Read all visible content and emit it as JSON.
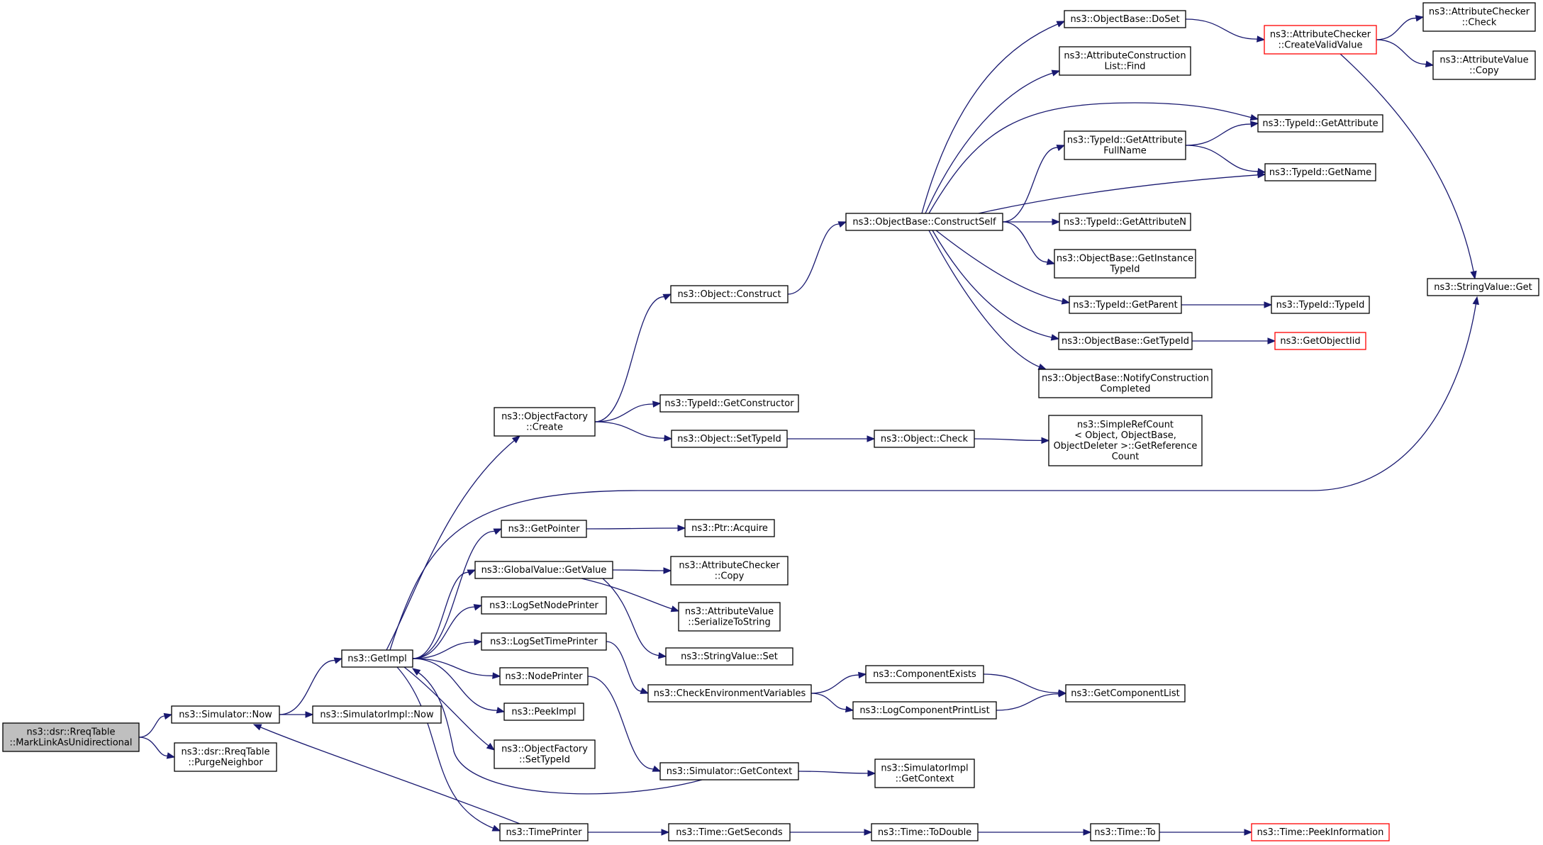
{
  "colors": {
    "edge": "#191970",
    "node_border": "#000000",
    "truncated_border": "#ff0000",
    "root_fill": "#bfbfbf",
    "node_fill": "#ffffff"
  },
  "nodes": [
    {
      "id": "rreq_mark",
      "lines": [
        "ns3::dsr::RreqTable",
        "::MarkLinkAsUnidirectional"
      ],
      "root": true
    },
    {
      "id": "sim_now",
      "lines": [
        "ns3::Simulator::Now"
      ]
    },
    {
      "id": "purge_neighbor",
      "lines": [
        "ns3::dsr::RreqTable",
        "::PurgeNeighbor"
      ]
    },
    {
      "id": "get_impl",
      "lines": [
        "ns3::GetImpl"
      ]
    },
    {
      "id": "simimpl_now",
      "lines": [
        "ns3::SimulatorImpl::Now"
      ]
    },
    {
      "id": "objfactory_create",
      "lines": [
        "ns3::ObjectFactory",
        "::Create"
      ]
    },
    {
      "id": "get_pointer",
      "lines": [
        "ns3::GetPointer"
      ]
    },
    {
      "id": "globalvalue_getvalue",
      "lines": [
        "ns3::GlobalValue::GetValue"
      ]
    },
    {
      "id": "logset_nodeprinter",
      "lines": [
        "ns3::LogSetNodePrinter"
      ]
    },
    {
      "id": "logset_timeprinter",
      "lines": [
        "ns3::LogSetTimePrinter"
      ]
    },
    {
      "id": "nodeprinter",
      "lines": [
        "ns3::NodePrinter"
      ]
    },
    {
      "id": "peekimpl",
      "lines": [
        "ns3::PeekImpl"
      ]
    },
    {
      "id": "objfactory_settypeid",
      "lines": [
        "ns3::ObjectFactory",
        "::SetTypeId"
      ]
    },
    {
      "id": "timeprinter",
      "lines": [
        "ns3::TimePrinter"
      ]
    },
    {
      "id": "object_construct",
      "lines": [
        "ns3::Object::Construct"
      ]
    },
    {
      "id": "typeid_getconstructor",
      "lines": [
        "ns3::TypeId::GetConstructor"
      ]
    },
    {
      "id": "object_settypeid",
      "lines": [
        "ns3::Object::SetTypeId"
      ]
    },
    {
      "id": "ptr_acquire",
      "lines": [
        "ns3::Ptr::Acquire"
      ]
    },
    {
      "id": "attrchecker_copy",
      "lines": [
        "ns3::AttributeChecker",
        "::Copy"
      ]
    },
    {
      "id": "attrvalue_serialize",
      "lines": [
        "ns3::AttributeValue",
        "::SerializeToString"
      ]
    },
    {
      "id": "stringvalue_set",
      "lines": [
        "ns3::StringValue::Set"
      ]
    },
    {
      "id": "check_env_vars",
      "lines": [
        "ns3::CheckEnvironmentVariables"
      ]
    },
    {
      "id": "sim_getcontext",
      "lines": [
        "ns3::Simulator::GetContext"
      ]
    },
    {
      "id": "time_getseconds",
      "lines": [
        "ns3::Time::GetSeconds"
      ]
    },
    {
      "id": "objbase_constructself",
      "lines": [
        "ns3::ObjectBase::ConstructSelf"
      ]
    },
    {
      "id": "object_check",
      "lines": [
        "ns3::Object::Check"
      ]
    },
    {
      "id": "component_exists",
      "lines": [
        "ns3::ComponentExists"
      ]
    },
    {
      "id": "logcomponent_printlist",
      "lines": [
        "ns3::LogComponentPrintList"
      ]
    },
    {
      "id": "simimpl_getcontext",
      "lines": [
        "ns3::SimulatorImpl",
        "::GetContext"
      ]
    },
    {
      "id": "time_todouble",
      "lines": [
        "ns3::Time::ToDouble"
      ]
    },
    {
      "id": "objbase_doset",
      "lines": [
        "ns3::ObjectBase::DoSet"
      ]
    },
    {
      "id": "attrconstruction_find",
      "lines": [
        "ns3::AttributeConstruction",
        "List::Find"
      ]
    },
    {
      "id": "typeid_getattrfullname",
      "lines": [
        "ns3::TypeId::GetAttribute",
        "FullName"
      ]
    },
    {
      "id": "typeid_getattributen",
      "lines": [
        "ns3::TypeId::GetAttributeN"
      ]
    },
    {
      "id": "objbase_getinstancetypeid",
      "lines": [
        "ns3::ObjectBase::GetInstance",
        "TypeId"
      ]
    },
    {
      "id": "typeid_getparent",
      "lines": [
        "ns3::TypeId::GetParent"
      ]
    },
    {
      "id": "objbase_gettypeid",
      "lines": [
        "ns3::ObjectBase::GetTypeId"
      ]
    },
    {
      "id": "objbase_notifyconstruction",
      "lines": [
        "ns3::ObjectBase::NotifyConstruction",
        "Completed"
      ]
    },
    {
      "id": "simplerefcount",
      "lines": [
        "ns3::SimpleRefCount",
        "< Object, ObjectBase,",
        " ObjectDeleter >::GetReference",
        "Count"
      ]
    },
    {
      "id": "get_componentlist",
      "lines": [
        "ns3::GetComponentList"
      ]
    },
    {
      "id": "time_to",
      "lines": [
        "ns3::Time::To"
      ]
    },
    {
      "id": "attrchecker_createvalid",
      "lines": [
        "ns3::AttributeChecker",
        "::CreateValidValue"
      ],
      "truncated": true
    },
    {
      "id": "typeid_getattribute",
      "lines": [
        "ns3::TypeId::GetAttribute"
      ]
    },
    {
      "id": "typeid_getname",
      "lines": [
        "ns3::TypeId::GetName"
      ]
    },
    {
      "id": "typeid_typeid",
      "lines": [
        "ns3::TypeId::TypeId"
      ]
    },
    {
      "id": "getobjectiid",
      "lines": [
        "ns3::GetObjectIid"
      ],
      "truncated": true
    },
    {
      "id": "time_peekinformation",
      "lines": [
        "ns3::Time::PeekInformation"
      ],
      "truncated": true
    },
    {
      "id": "attrchecker_check",
      "lines": [
        "ns3::AttributeChecker",
        "::Check"
      ]
    },
    {
      "id": "attrvalue_copy",
      "lines": [
        "ns3::AttributeValue",
        "::Copy"
      ]
    },
    {
      "id": "stringvalue_get",
      "lines": [
        "ns3::StringValue::Get"
      ]
    }
  ],
  "edges": [
    {
      "from": "rreq_mark",
      "to": "sim_now"
    },
    {
      "from": "rreq_mark",
      "to": "purge_neighbor"
    },
    {
      "from": "sim_now",
      "to": "get_impl"
    },
    {
      "from": "sim_now",
      "to": "simimpl_now"
    },
    {
      "from": "get_impl",
      "to": "objfactory_create"
    },
    {
      "from": "get_impl",
      "to": "stringvalue_get"
    },
    {
      "from": "get_impl",
      "to": "get_pointer"
    },
    {
      "from": "get_impl",
      "to": "globalvalue_getvalue"
    },
    {
      "from": "get_impl",
      "to": "logset_nodeprinter"
    },
    {
      "from": "get_impl",
      "to": "logset_timeprinter"
    },
    {
      "from": "get_impl",
      "to": "nodeprinter"
    },
    {
      "from": "get_impl",
      "to": "peekimpl"
    },
    {
      "from": "get_impl",
      "to": "objfactory_settypeid"
    },
    {
      "from": "get_impl",
      "to": "timeprinter"
    },
    {
      "from": "objfactory_create",
      "to": "object_construct"
    },
    {
      "from": "objfactory_create",
      "to": "typeid_getconstructor"
    },
    {
      "from": "objfactory_create",
      "to": "object_settypeid"
    },
    {
      "from": "object_construct",
      "to": "objbase_constructself"
    },
    {
      "from": "objbase_constructself",
      "to": "objbase_doset"
    },
    {
      "from": "objbase_constructself",
      "to": "attrconstruction_find"
    },
    {
      "from": "objbase_constructself",
      "to": "typeid_getattribute"
    },
    {
      "from": "objbase_constructself",
      "to": "typeid_getattrfullname"
    },
    {
      "from": "objbase_constructself",
      "to": "typeid_getname"
    },
    {
      "from": "objbase_constructself",
      "to": "typeid_getattributen"
    },
    {
      "from": "objbase_constructself",
      "to": "objbase_getinstancetypeid"
    },
    {
      "from": "objbase_constructself",
      "to": "typeid_getparent"
    },
    {
      "from": "objbase_constructself",
      "to": "objbase_gettypeid"
    },
    {
      "from": "objbase_constructself",
      "to": "objbase_notifyconstruction"
    },
    {
      "from": "objbase_doset",
      "to": "attrchecker_createvalid"
    },
    {
      "from": "attrchecker_createvalid",
      "to": "attrchecker_check"
    },
    {
      "from": "attrchecker_createvalid",
      "to": "attrvalue_copy"
    },
    {
      "from": "attrchecker_createvalid",
      "to": "stringvalue_get"
    },
    {
      "from": "typeid_getattrfullname",
      "to": "typeid_getattribute"
    },
    {
      "from": "typeid_getattrfullname",
      "to": "typeid_getname"
    },
    {
      "from": "typeid_getparent",
      "to": "typeid_typeid"
    },
    {
      "from": "objbase_gettypeid",
      "to": "getobjectiid"
    },
    {
      "from": "object_settypeid",
      "to": "object_check"
    },
    {
      "from": "object_check",
      "to": "simplerefcount"
    },
    {
      "from": "get_pointer",
      "to": "ptr_acquire"
    },
    {
      "from": "globalvalue_getvalue",
      "to": "attrchecker_copy"
    },
    {
      "from": "globalvalue_getvalue",
      "to": "attrvalue_serialize"
    },
    {
      "from": "globalvalue_getvalue",
      "to": "stringvalue_set"
    },
    {
      "from": "logset_timeprinter",
      "to": "check_env_vars"
    },
    {
      "from": "nodeprinter",
      "to": "sim_getcontext"
    },
    {
      "from": "check_env_vars",
      "to": "component_exists"
    },
    {
      "from": "check_env_vars",
      "to": "logcomponent_printlist"
    },
    {
      "from": "component_exists",
      "to": "get_componentlist"
    },
    {
      "from": "logcomponent_printlist",
      "to": "get_componentlist"
    },
    {
      "from": "sim_getcontext",
      "to": "get_impl"
    },
    {
      "from": "sim_getcontext",
      "to": "simimpl_getcontext"
    },
    {
      "from": "timeprinter",
      "to": "sim_now"
    },
    {
      "from": "timeprinter",
      "to": "time_getseconds"
    },
    {
      "from": "time_getseconds",
      "to": "time_todouble"
    },
    {
      "from": "time_todouble",
      "to": "time_to"
    },
    {
      "from": "time_to",
      "to": "time_peekinformation"
    }
  ]
}
